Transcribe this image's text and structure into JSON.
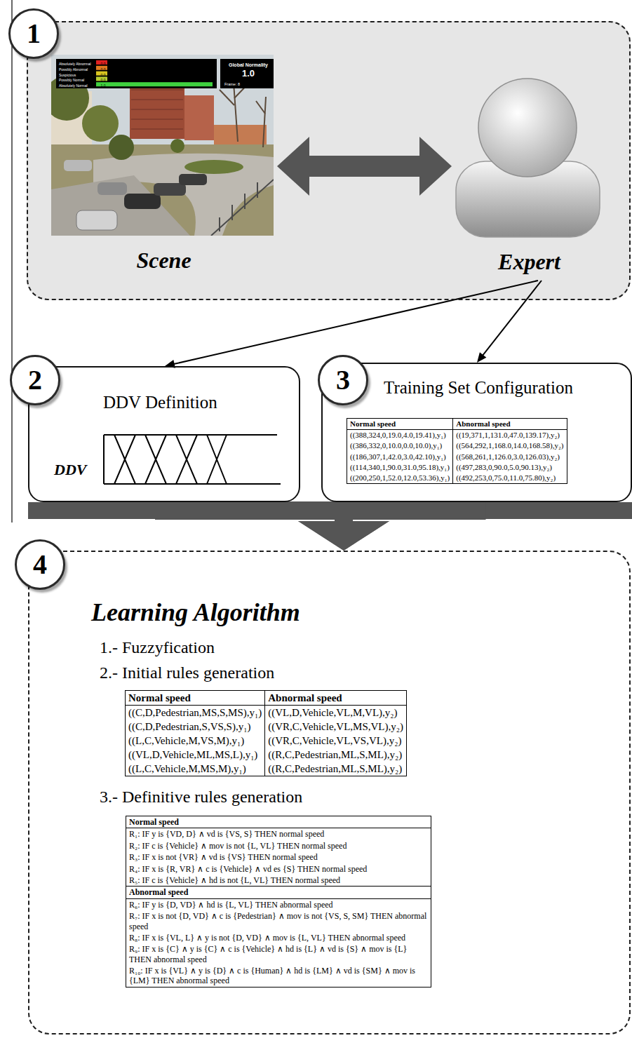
{
  "diagram": {
    "nodes": [
      {
        "text": [
          "1"
        ]
      },
      {
        "text": [
          "Scene"
        ],
        "in": 0
      },
      {
        "text": [
          "Expert"
        ],
        "in": 0
      },
      {
        "text": [
          "2",
          "DDV Definition"
        ]
      },
      {
        "text": [
          "3",
          "Training Set Configuration"
        ]
      },
      {
        "text": [
          "4",
          "Learning Algorithm",
          "1.- Fuzzyfication",
          "2.- Initial rules generation",
          "3.- Definitive rules generation"
        ]
      }
    ],
    "edges": [
      {
        "from": 1,
        "to": 2,
        "arrow": "both"
      },
      {
        "from": 2,
        "to": 3,
        "arrow": "to"
      },
      {
        "from": 2,
        "to": 4,
        "arrow": "to"
      },
      {
        "from": 3,
        "to": 5,
        "arrow": "to"
      },
      {
        "from": 4,
        "to": 5,
        "arrow": "to"
      }
    ],
    "labels": [
      "Absolutely Abnormal",
      "Possibly Abnormal",
      "Suspicious",
      "Possibly Normal",
      "Absolutely Normal",
      "0.0",
      "0.0",
      "0.0",
      "0.0",
      "1.0",
      "Global Normality",
      "1.0",
      "Frame: 8",
      "DDV",
      "Normal speed",
      "Abnormal speed",
      "((388,324,0,19.0,4.0,19.41),y₁)",
      "((19,371,1,131.0,47.0,139.17),y₂)",
      "((386,332,0,10.0,0.0,10.0),y₁)",
      "((564,292,1,168.0,14.0,168.58),y₂)",
      "((186,307,1,42.0,3.0,42.10),y₁)",
      "((568,261,1,126.0,3.0,126.03),y₂)",
      "((114,340,1,90.0,31.0,95.18),y₁)",
      "((497,283,0,90.0,5.0,90.13),y₂)",
      "((200,250,1,52.0,12.0,53.36),y₁)",
      "((492,253,0,75.0,11.0,75.80),y₂)",
      "Normal speed",
      "Abnormal speed",
      "((C,D,Pedestrian,MS,S,MS),y₁)",
      "((VL,D,Vehicle,VL,M,VL),y₂)",
      "((C,D,Pedestrian,S,VS,S),y₁)",
      "((VR,C,Vehicle,VL,MS,VL),y₂)",
      "((L,C,Vehicle,M,VS,M),y₁)",
      "((VR,C,Vehicle,VL,VS,VL),y₂)",
      "((VL,D,Vehicle,ML,MS,L),y₁)",
      "((R,C,Pedestrian,ML,S,ML),y₂)",
      "((L,C,Vehicle,M,MS,M),y₁)",
      "((R,C,Pedestrian,ML,S,ML),y₂)",
      "Normal speed",
      "R₁: IF y is {VD, D} ∧ vd is {VS, S} THEN normal speed",
      "R₂: IF c is {Vehicle} ∧ mov is not {L, VL} THEN normal speed",
      "R₃: IF x is not {VR} ∧ vd is {VS} THEN normal speed",
      "R₄: IF x is {R, VR} ∧ c is {Vehicle} ∧ vd es {S} THEN normal speed",
      "R₅: IF c is {Vehicle} ∧ hd is not {L, VL} THEN normal speed",
      "Abnormal speed",
      "R₆: IF y is {D, VD} ∧ hd is {L, VL} THEN abnormal speed",
      "R₇: IF x is not {D, VD} ∧ c is {Pedestrian} ∧ mov is not {VS, S, SM} THEN abnormal speed",
      "R₈: IF x is {VL, L} ∧ y is not {D, VD} ∧ mov is {L, VL} THEN abnormal speed",
      "R₉: IF x is {C} ∧ y is {C} ∧ c is {Vehicle} ∧ hd is {L} ∧ vd is {S} ∧ mov is {L} THEN abnormal speed",
      "R₁₀: IF x is {VL} ∧ y is {D} ∧ c is {Human} ∧ hd is {LM} ∧ vd is {SM} ∧ mov is {LM} THEN abnormal speed"
    ]
  }
}
